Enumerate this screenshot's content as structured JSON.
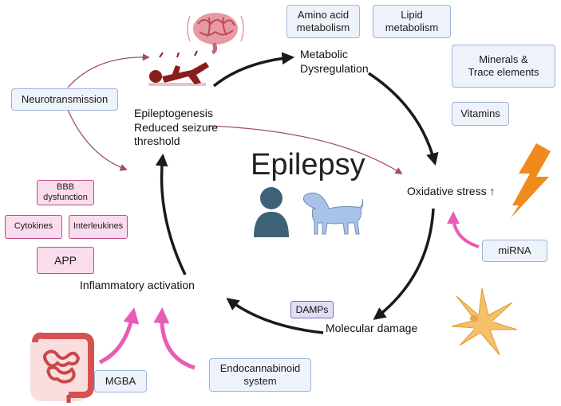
{
  "center_title": "Epilepsy",
  "cycle_nodes": {
    "epileptogenesis": [
      "Epileptogenesis",
      "Reduced seizure",
      "threshold"
    ],
    "metabolic": [
      "Metabolic",
      "Dysregulation"
    ],
    "oxidative": "Oxidative stress ↑",
    "molecular": "Molecular damage",
    "inflammatory": "Inflammatory activation"
  },
  "blue_boxes": {
    "amino_acid": "Amino acid metabolism",
    "lipid": "Lipid metabolism",
    "minerals": "Minerals & Trace elements",
    "vitamins": "Vitamins",
    "neurotransmission": "Neurotransmission",
    "mirna": "miRNA",
    "endocannabinoid": "Endocannabinoid system",
    "mgba": "MGBA"
  },
  "pink_boxes": {
    "bbb": "BBB dysfunction",
    "cytokines": "Cytokines",
    "interleukins": "Interleukines",
    "app": "APP"
  },
  "purple_boxes": {
    "damps": "DAMPs"
  },
  "colors": {
    "cycle_arrow": "#1a1a1a",
    "thin_arrow": "#a04a78",
    "pink_arrow": "#e85cb5",
    "human": "#3d6176",
    "dog": "#a9c3e8",
    "lightning": "#f08a1c",
    "brain": "#e07a8c",
    "seizure_person": "#8b1c1c",
    "gut": "#e06060",
    "cell": "#f4c06a"
  },
  "icons": [
    "brain-icon",
    "seizure-person-icon",
    "human-icon",
    "dog-icon",
    "lightning-icon",
    "neuron-cell-icon",
    "intestine-icon"
  ]
}
